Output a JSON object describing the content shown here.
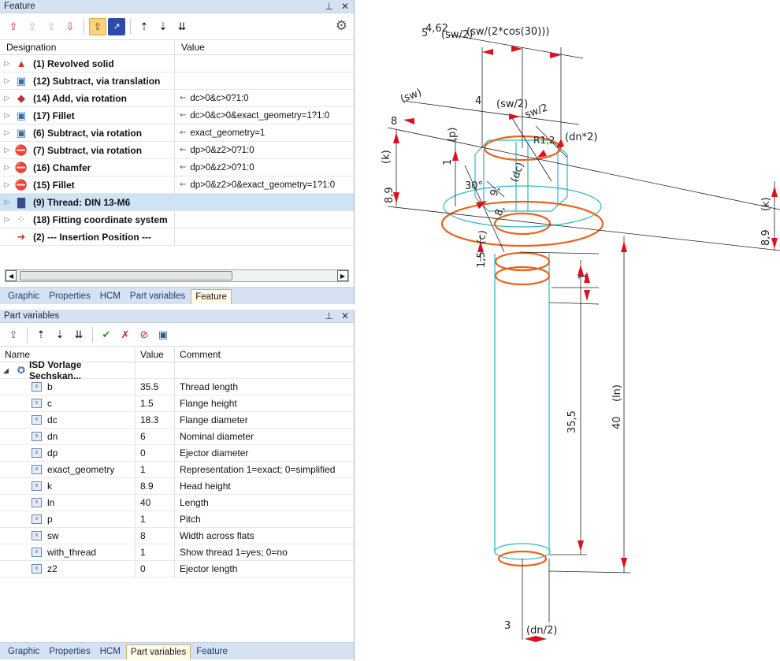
{
  "feature_panel": {
    "title": "Feature",
    "pin_icon": "pin-icon",
    "close_icon": "close-icon",
    "columns": {
      "designation": "Designation",
      "value": "Value"
    },
    "rows": [
      {
        "label": "(1) Revolved solid",
        "value": "",
        "icon": "revolve-icon",
        "color": "#d0382a"
      },
      {
        "label": "(12) Subtract, via translation",
        "value": "",
        "icon": "subtract-icon",
        "color": "#2d6fa8"
      },
      {
        "label": "(14) Add, via rotation",
        "value": "dc>0&c>0?1:0",
        "icon": "add-icon",
        "color": "#c03030"
      },
      {
        "label": "(17) Fillet",
        "value": "dc>0&c>0&exact_geometry=1?1:0",
        "icon": "fillet-icon",
        "color": "#2d6fa8"
      },
      {
        "label": "(6) Subtract, via rotation",
        "value": "exact_geometry=1",
        "icon": "subtract-icon",
        "color": "#2d6fa8"
      },
      {
        "label": "(7) Subtract, via rotation",
        "value": "dp>0&z2>0?1:0",
        "icon": "no-entry-icon",
        "color": "#d01010"
      },
      {
        "label": "(16) Chamfer",
        "value": "dp>0&z2>0?1:0",
        "icon": "no-entry-icon",
        "color": "#d01010"
      },
      {
        "label": "(15) Fillet",
        "value": "dp>0&z2>0&exact_geometry=1?1:0",
        "icon": "no-entry-icon",
        "color": "#d01010"
      },
      {
        "label": "(9) Thread: DIN 13-M6",
        "value": "",
        "icon": "thread-icon",
        "color": "#3b4a8a"
      },
      {
        "label": "(18) Fitting coordinate system",
        "value": "",
        "icon": "dots-icon",
        "color": "#d2692a"
      },
      {
        "label": "(2) --- Insertion Position ---",
        "value": "",
        "icon": "arrow-icon",
        "color": "#d0382a"
      }
    ],
    "tabs": [
      "Graphic",
      "Properties",
      "HCM",
      "Part variables",
      "Feature"
    ],
    "active_tab": "Feature"
  },
  "partvars_panel": {
    "title": "Part variables",
    "columns": {
      "name": "Name",
      "value": "Value",
      "comment": "Comment"
    },
    "root": "ISD Vorlage Sechskan...",
    "variables": [
      {
        "name": "b",
        "value": "35.5",
        "comment": "Thread length"
      },
      {
        "name": "c",
        "value": "1.5",
        "comment": "Flange height"
      },
      {
        "name": "dc",
        "value": "18.3",
        "comment": "Flange diameter"
      },
      {
        "name": "dn",
        "value": "6",
        "comment": "Nominal diameter"
      },
      {
        "name": "dp",
        "value": "0",
        "comment": "Ejector diameter"
      },
      {
        "name": "exact_geometry",
        "value": "1",
        "comment": "Representation 1=exact; 0=simplified"
      },
      {
        "name": "k",
        "value": "8.9",
        "comment": "Head height"
      },
      {
        "name": "ln",
        "value": "40",
        "comment": "Length"
      },
      {
        "name": "p",
        "value": "1",
        "comment": "Pitch"
      },
      {
        "name": "sw",
        "value": "8",
        "comment": "Width across flats"
      },
      {
        "name": "with_thread",
        "value": "1",
        "comment": "Show thread 1=yes; 0=no"
      },
      {
        "name": "z2",
        "value": "0",
        "comment": "Ejector length"
      }
    ],
    "tabs": [
      "Graphic",
      "Properties",
      "HCM",
      "Part variables",
      "Feature"
    ],
    "active_tab": "Part variables"
  },
  "drawing": {
    "labels": {
      "top_value": "4,62",
      "top_formula": "(sw/(2*cos(30)))",
      "top_five": "5",
      "top_sw2": "(sw/2)",
      "sw": "(sw)",
      "four": "4",
      "sw2b": "(sw/2)",
      "sw2c": "sw/2",
      "eight": "8",
      "p": "(p)",
      "r12": "R1,2",
      "dn2": "(dn*2)",
      "one": "1",
      "k_left": "(k)",
      "val_89_left": "8,9",
      "val_89_right": "8,9",
      "k_right": "(k)",
      "deg30": "30°",
      "dc": "(dc)",
      "val_9": "9,",
      "val_8": "8,",
      "c": "(c)",
      "val_15": "1,5",
      "val_1": "1",
      "val_355": "35,5",
      "val_40": "40",
      "ln": "(ln)",
      "three": "3",
      "dn2b": "(dn/2)"
    },
    "colors": {
      "orange": "#e8641a",
      "cyan": "#2bb8c8",
      "red": "#e0101a",
      "black": "#222222"
    }
  }
}
